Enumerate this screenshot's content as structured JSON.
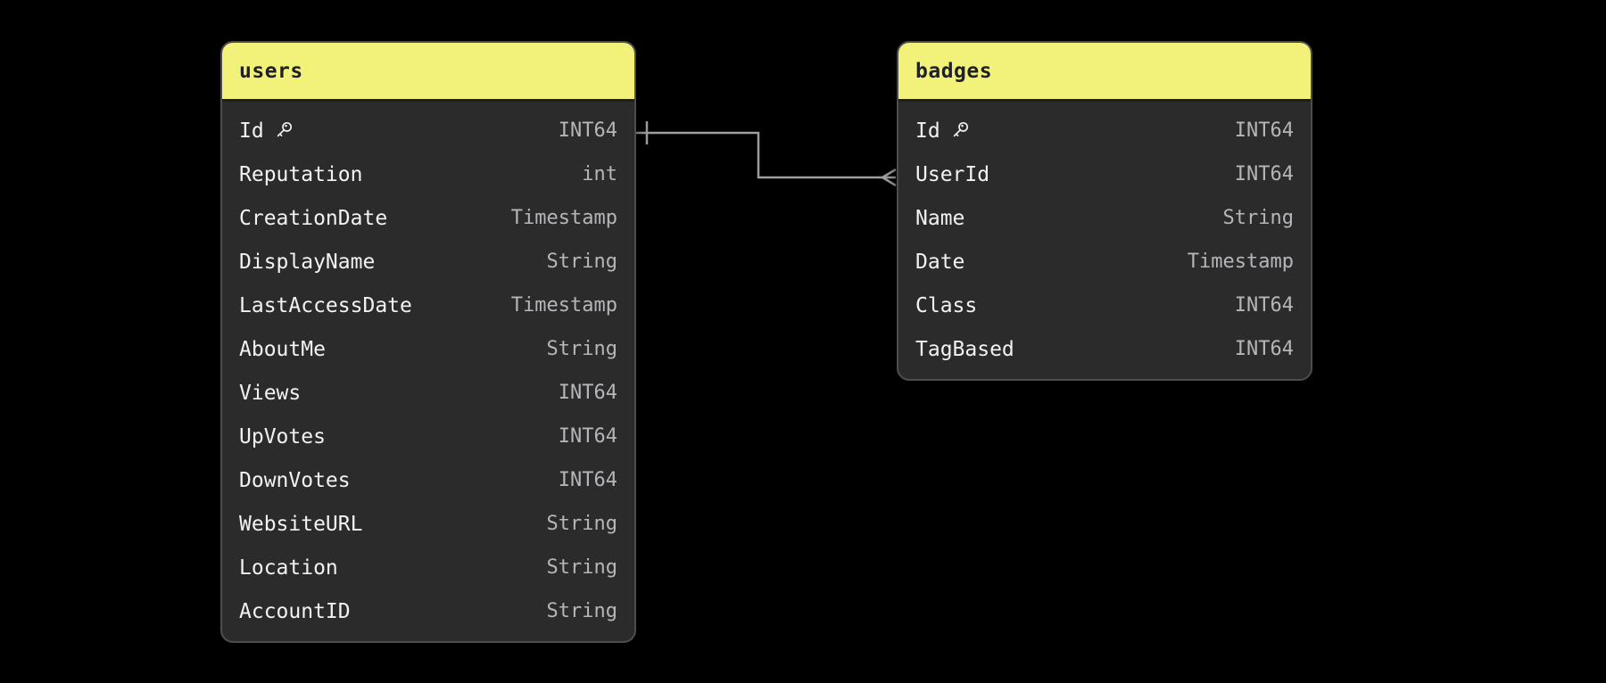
{
  "diagram_type": "entity-relationship-schema",
  "colors": {
    "canvas_background": "#000000",
    "table_header_background": "#f2f17a",
    "table_header_text": "#202124",
    "table_body_background": "#2b2b2b",
    "table_border": "#4c4d51",
    "field_name_text": "#f2f2f2",
    "field_type_text": "#b6b6ba",
    "connector_line": "#9e9e9e"
  },
  "tables": [
    {
      "name": "users",
      "fields": [
        {
          "name": "Id",
          "type": "INT64",
          "primary_key": true
        },
        {
          "name": "Reputation",
          "type": "int",
          "primary_key": false
        },
        {
          "name": "CreationDate",
          "type": "Timestamp",
          "primary_key": false
        },
        {
          "name": "DisplayName",
          "type": "String",
          "primary_key": false
        },
        {
          "name": "LastAccessDate",
          "type": "Timestamp",
          "primary_key": false
        },
        {
          "name": "AboutMe",
          "type": "String",
          "primary_key": false
        },
        {
          "name": "Views",
          "type": "INT64",
          "primary_key": false
        },
        {
          "name": "UpVotes",
          "type": "INT64",
          "primary_key": false
        },
        {
          "name": "DownVotes",
          "type": "INT64",
          "primary_key": false
        },
        {
          "name": "WebsiteURL",
          "type": "String",
          "primary_key": false
        },
        {
          "name": "Location",
          "type": "String",
          "primary_key": false
        },
        {
          "name": "AccountID",
          "type": "String",
          "primary_key": false
        }
      ]
    },
    {
      "name": "badges",
      "fields": [
        {
          "name": "Id",
          "type": "INT64",
          "primary_key": true
        },
        {
          "name": "UserId",
          "type": "INT64",
          "primary_key": false
        },
        {
          "name": "Name",
          "type": "String",
          "primary_key": false
        },
        {
          "name": "Date",
          "type": "Timestamp",
          "primary_key": false
        },
        {
          "name": "Class",
          "type": "INT64",
          "primary_key": false
        },
        {
          "name": "TagBased",
          "type": "INT64",
          "primary_key": false
        }
      ]
    }
  ],
  "relation": {
    "from_table": "users",
    "from_field": "Id",
    "from_cardinality": "one",
    "to_table": "badges",
    "to_field": "UserId",
    "to_cardinality": "many",
    "notation": "crow-foot"
  }
}
